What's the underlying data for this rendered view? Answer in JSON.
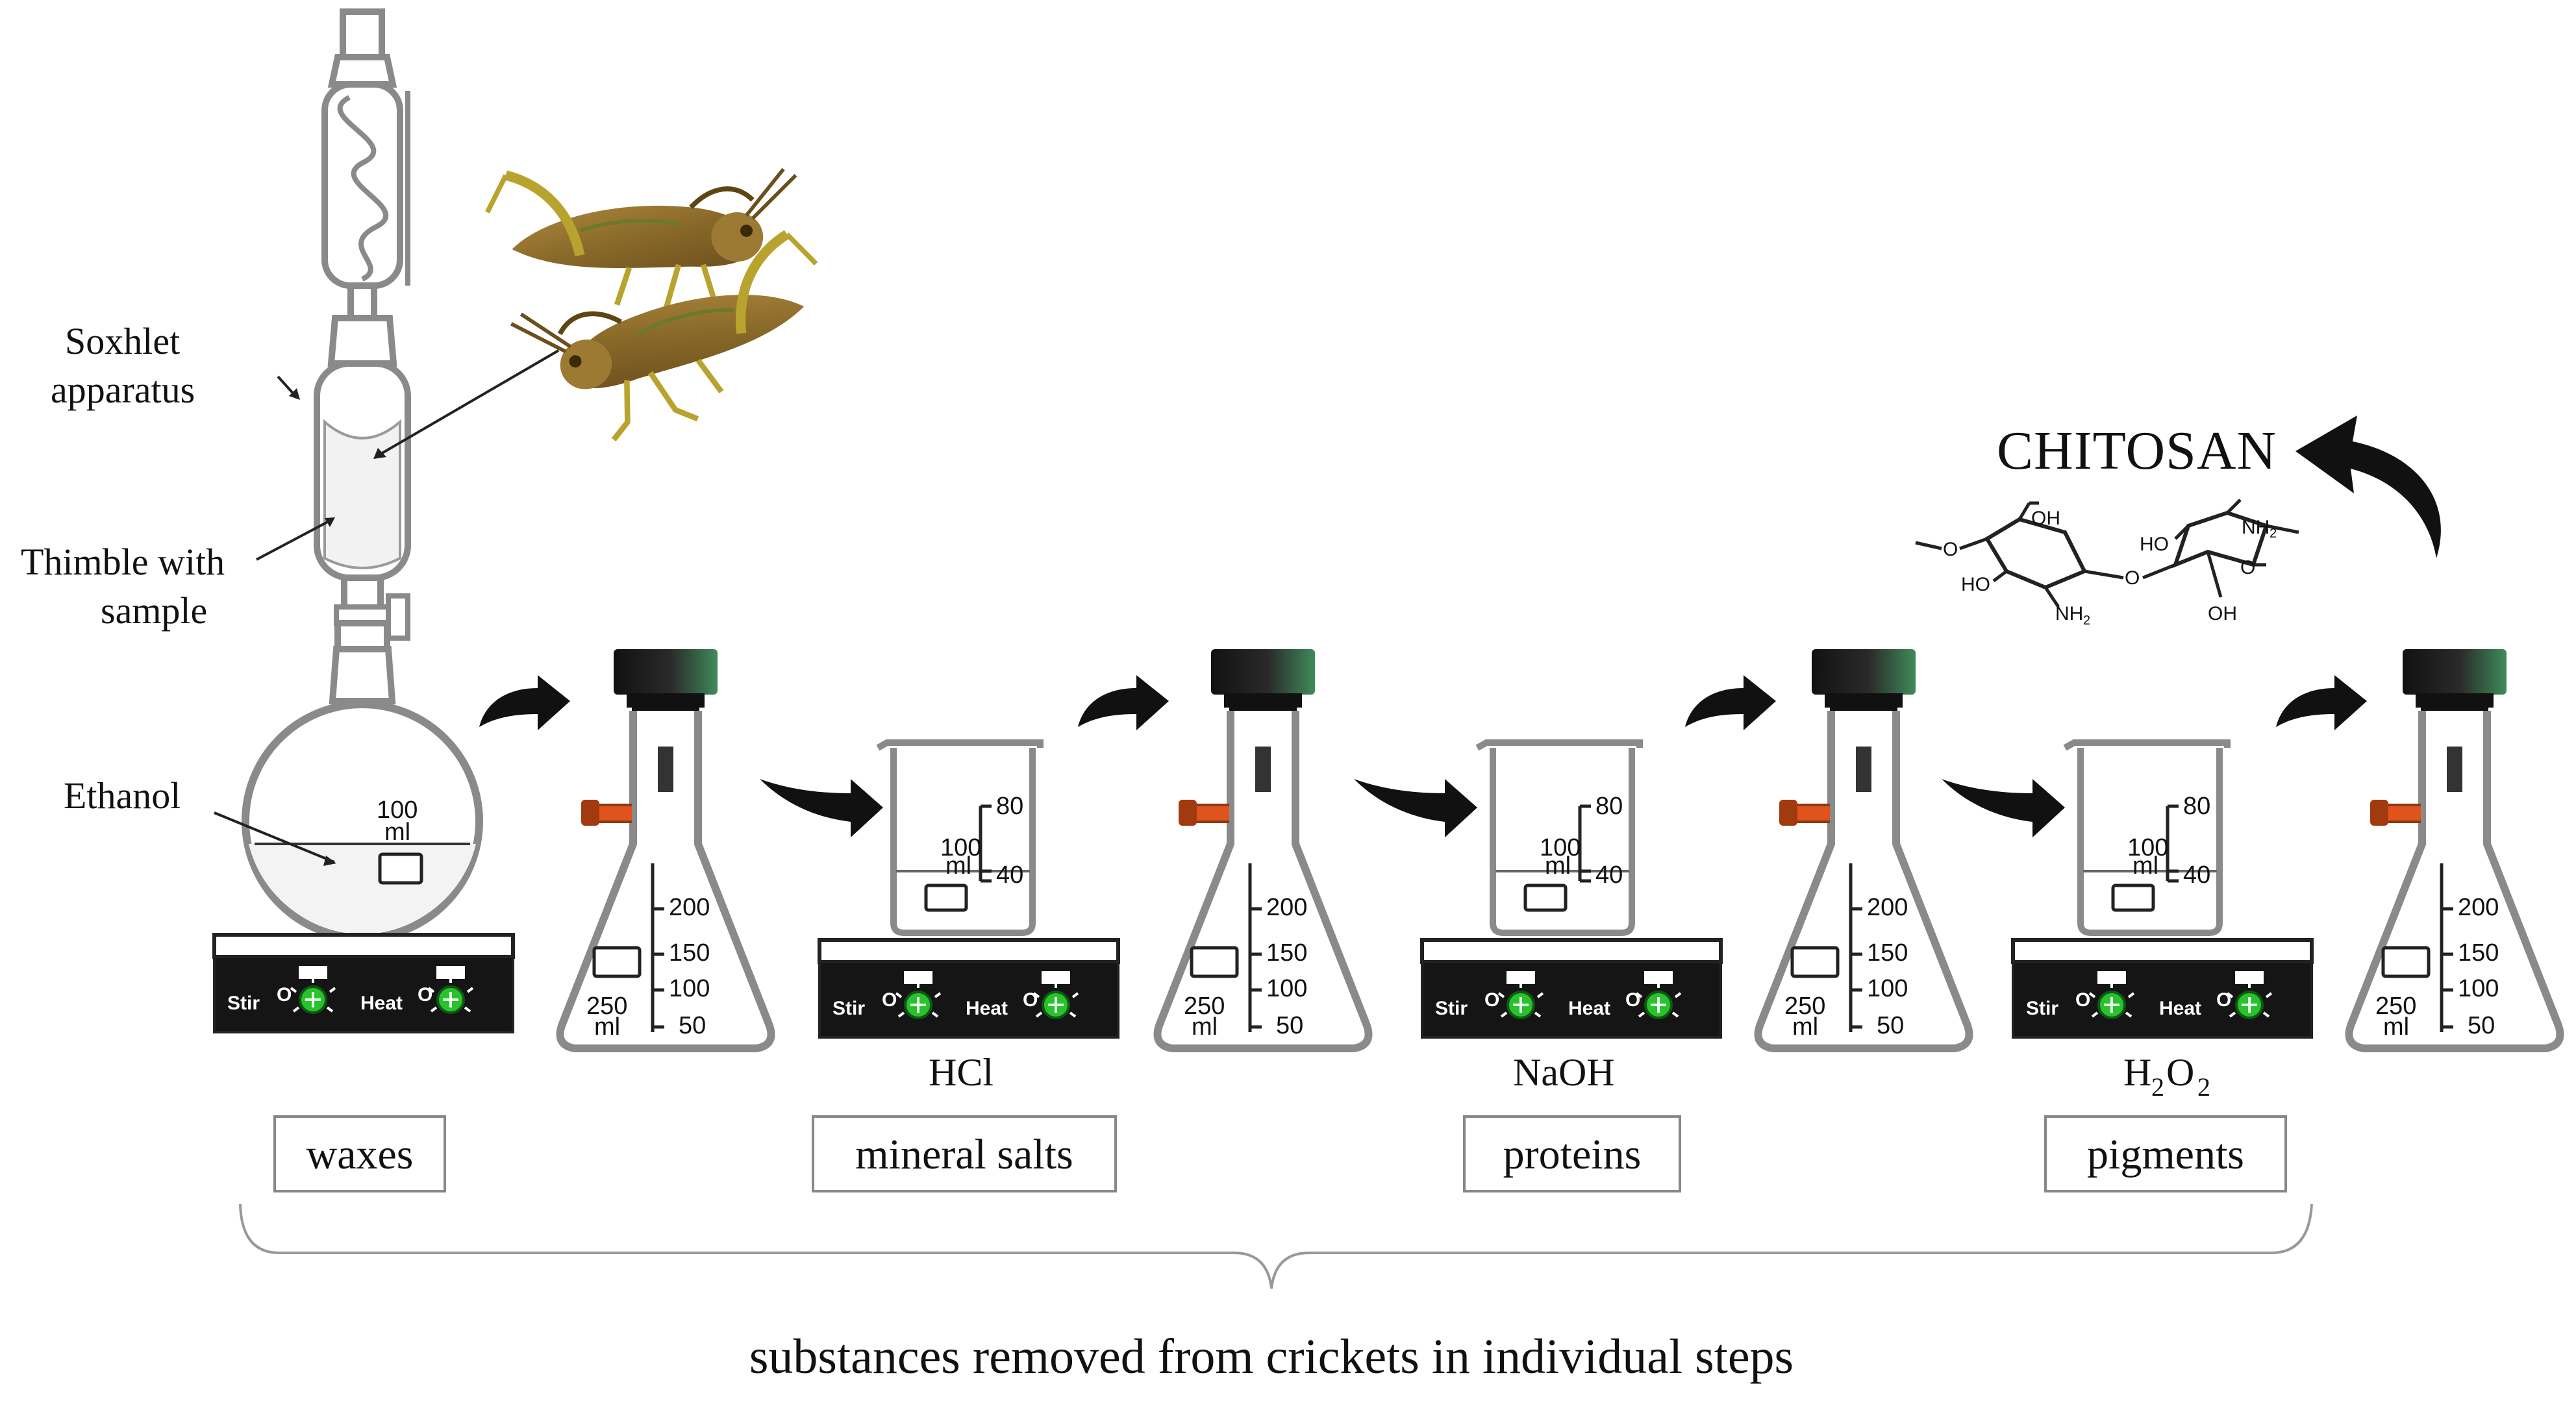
{
  "labels": {
    "soxhlet_line1": "Soxhlet",
    "soxhlet_line2": "apparatus",
    "thimble_line1": "Thimble with",
    "thimble_line2": "sample",
    "ethanol": "Ethanol",
    "product": "CHITOSAN",
    "footer": "substances removed from crickets in individual steps"
  },
  "flask": {
    "vol_100": "100",
    "vol_ml": "ml"
  },
  "hotplate": {
    "stir": "Stir",
    "heat": "Heat",
    "o": "O"
  },
  "beaker": {
    "t80": "80",
    "t100": "100",
    "ml": "ml",
    "t40": "40"
  },
  "erlenmeyer": {
    "t200": "200",
    "t150": "150",
    "t100": "100",
    "t50": "50",
    "t250": "250",
    "ml": "ml"
  },
  "reagents": {
    "hcl": "HCl",
    "naoh": "NaOH",
    "h2o2_h": "H",
    "h2o2_2a": "2",
    "h2o2_o": "O",
    "h2o2_2b": "2"
  },
  "removed": {
    "waxes": "waxes",
    "mineral_salts": "mineral salts",
    "proteins": "proteins",
    "pigments": "pigments"
  },
  "chem": {
    "oh1": "OH",
    "o1": "O",
    "ho1": "HO",
    "nh2_1": "NH",
    "sub2": "2",
    "o_link": "O",
    "ho2": "HO",
    "nh2_2": "NH",
    "o2": "O",
    "oh2": "OH"
  },
  "colors": {
    "arrow": "#111111",
    "glass": "#8a8a8a",
    "green_knob": "#29c22e",
    "orange_valve": "#e0531c",
    "cap_green": "#3f8b5a"
  }
}
